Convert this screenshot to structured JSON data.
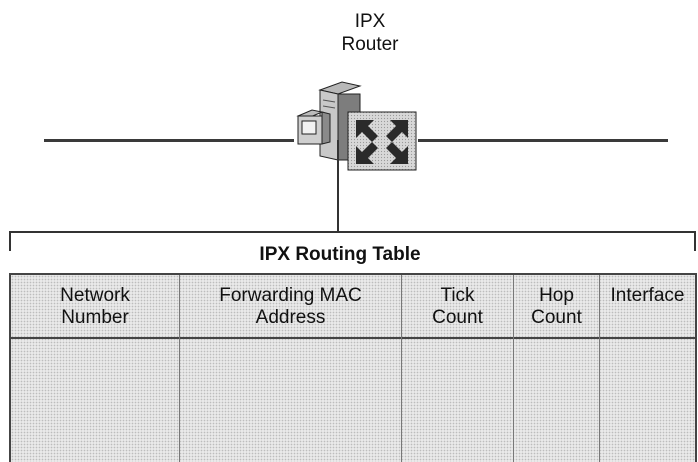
{
  "router": {
    "label_line1": "IPX",
    "label_line2": "Router",
    "icon": "router-icon"
  },
  "routing_table": {
    "title": "IPX Routing Table",
    "columns": [
      {
        "line1": "Network",
        "line2": "Number"
      },
      {
        "line1": "Forwarding MAC",
        "line2": "Address"
      },
      {
        "line1": "Tick",
        "line2": "Count"
      },
      {
        "line1": "Hop",
        "line2": "Count"
      },
      {
        "line1": "Interface",
        "line2": ""
      }
    ]
  }
}
